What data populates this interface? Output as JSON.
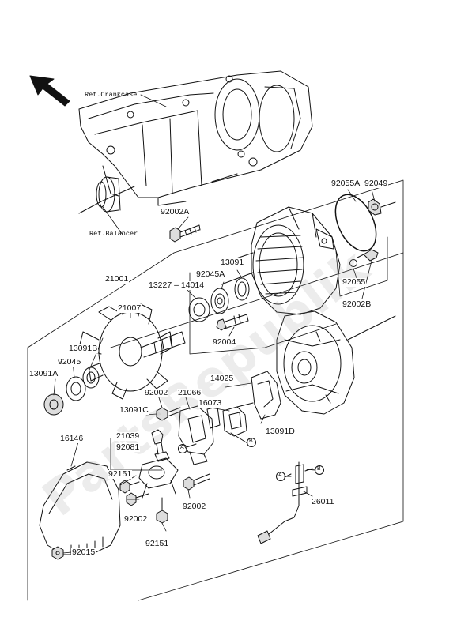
{
  "diagram": {
    "references": {
      "crankcase": "Ref.Crankcase",
      "balancer": "Ref.Balancer"
    },
    "parts": {
      "p92055A": "92055A",
      "p92049": "92049",
      "p92002A": "92002A",
      "p13091": "13091",
      "p92045A": "92045A",
      "p13227_14014": "13227 – 14014",
      "p21001": "21001",
      "p92055": "92055",
      "p92002B": "92002B",
      "p21007": "21007",
      "p92004": "92004",
      "p13091B": "13091B",
      "p92045": "92045",
      "p13091A": "13091A",
      "p14025": "14025",
      "p92002_top": "92002",
      "p21066": "21066",
      "p16073": "16073",
      "p13091C": "13091C",
      "p13091D": "13091D",
      "p21039": "21039",
      "p92081": "92081",
      "p16146": "16146",
      "p92151_a": "92151",
      "p92002_mid": "92002",
      "p92002_right": "92002",
      "p92151_b": "92151",
      "p26011": "26011",
      "p92015": "92015"
    },
    "callouts": {
      "a1": "A",
      "b1": "B",
      "a2": "A",
      "b2": "B"
    },
    "watermark": "PartsRepublik",
    "direction_icon": "front-arrow-icon"
  }
}
